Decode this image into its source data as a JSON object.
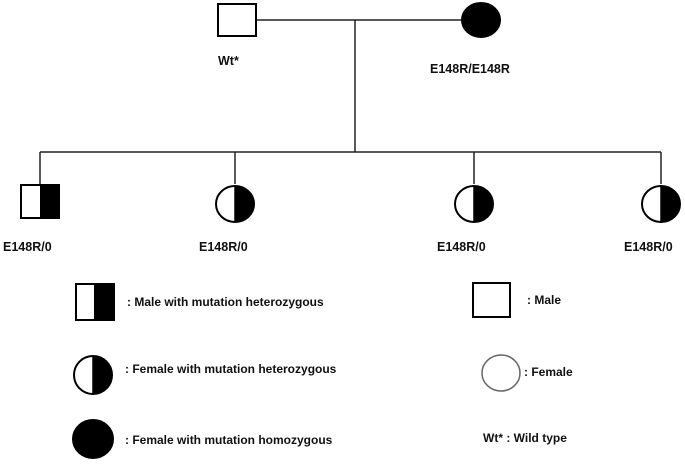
{
  "colors": {
    "symbol_fill": "#000000",
    "symbol_outline": "#000000",
    "line": "#222222",
    "background": "#ffffff"
  },
  "pedigree": {
    "parents": {
      "father": {
        "sex": "male",
        "status": "unaffected",
        "genotype": "Wt*"
      },
      "mother": {
        "sex": "female",
        "status": "homozygous",
        "genotype": "E148R/E148R"
      }
    },
    "children": [
      {
        "sex": "male",
        "status": "heterozygous",
        "genotype": "E148R/0"
      },
      {
        "sex": "female",
        "status": "heterozygous",
        "genotype": "E148R/0"
      },
      {
        "sex": "female",
        "status": "heterozygous",
        "genotype": "E148R/0"
      },
      {
        "sex": "female",
        "status": "heterozygous",
        "genotype": "E148R/0"
      }
    ]
  },
  "legend": {
    "male_het": {
      "icon": "half-filled-square-icon",
      "text": ":  Male with mutation heterozygous"
    },
    "female_het": {
      "icon": "half-filled-circle-icon",
      "text": ": Female with mutation heterozygous"
    },
    "female_hom": {
      "icon": "filled-circle-icon",
      "text": ": Female with mutation homozygous"
    },
    "male": {
      "icon": "empty-square-icon",
      "text": ": Male"
    },
    "female": {
      "icon": "empty-circle-icon",
      "text": ": Female"
    },
    "wild_type": {
      "text": "Wt* : Wild type"
    }
  }
}
